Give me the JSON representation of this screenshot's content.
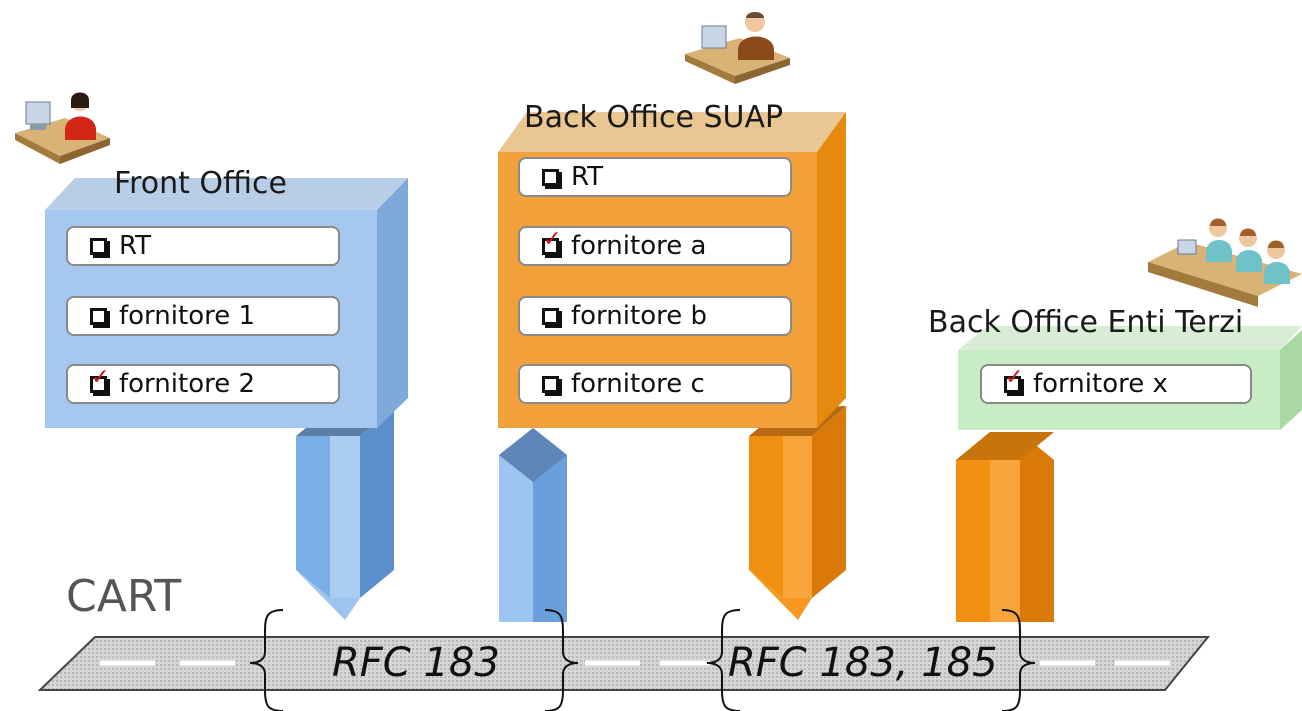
{
  "blocks": {
    "front_office": {
      "title": "Front Office",
      "items": [
        {
          "label": "RT",
          "checked": false
        },
        {
          "label": "fornitore 1",
          "checked": false
        },
        {
          "label": "fornitore 2",
          "checked": true
        }
      ]
    },
    "back_office_suap": {
      "title": "Back Office SUAP",
      "items": [
        {
          "label": "RT",
          "checked": false
        },
        {
          "label": "fornitore a",
          "checked": true
        },
        {
          "label": "fornitore b",
          "checked": false
        },
        {
          "label": "fornitore c",
          "checked": false
        }
      ]
    },
    "back_office_enti_terzi": {
      "title": "Back Office Enti Terzi",
      "items": [
        {
          "label": "fornitore x",
          "checked": true
        }
      ]
    }
  },
  "cart": {
    "label": "CART",
    "protocols": [
      "RFC 183",
      "RFC 183, 185"
    ]
  },
  "colors": {
    "front": "#8ab6e6",
    "suap": "#f09418",
    "enti": "#c8ecc4",
    "road": "#c8c8c8",
    "check": "#d01818"
  },
  "icons": [
    "operator-icon",
    "clerk-icon",
    "group-icon"
  ]
}
